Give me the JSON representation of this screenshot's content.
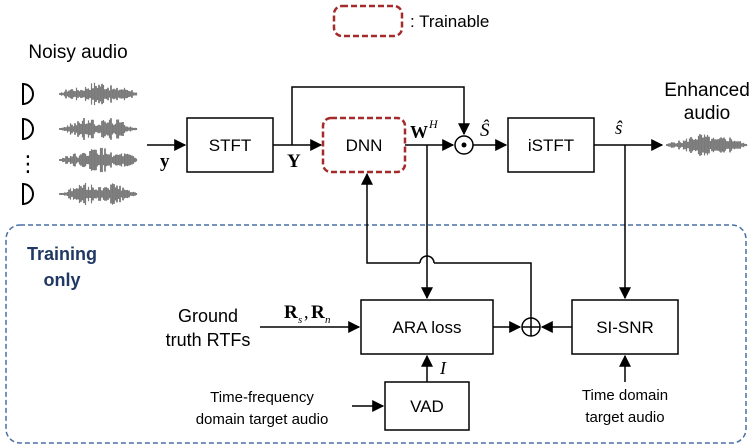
{
  "legend": {
    "trainable_label": ": Trainable",
    "trainable_color": "#a52a2a"
  },
  "inputs": {
    "title": "Noisy audio",
    "ellipsis": "⋮",
    "mic_count": 4
  },
  "output": {
    "title_line1": "Enhanced",
    "title_line2": "audio"
  },
  "blocks": {
    "stft": "STFT",
    "dnn": "DNN",
    "istft": "iSTFT",
    "ara_loss": "ARA loss",
    "si_snr": "SI-SNR",
    "vad": "VAD"
  },
  "signals": {
    "y": "y",
    "Y": "Y",
    "W_base": "W",
    "W_sup": "H",
    "S_hat": "Ŝ",
    "s_hat": "ŝ",
    "R_s_base": "R",
    "R_s_sub": "s",
    "R_n_base": "R",
    "R_n_sub": "n",
    "I": "I"
  },
  "training_region": {
    "label_line1": "Training",
    "label_line2": "only",
    "label_color": "#1f3864"
  },
  "side_inputs": {
    "ground_truth_line1": "Ground",
    "ground_truth_line2": "truth RTFs",
    "tf_target_line1": "Time-frequency",
    "tf_target_line2": "domain target audio",
    "td_target_line1": "Time domain",
    "td_target_line2": "target audio"
  },
  "colors": {
    "dashed_border": "#4a6fa5",
    "line": "#000000"
  }
}
